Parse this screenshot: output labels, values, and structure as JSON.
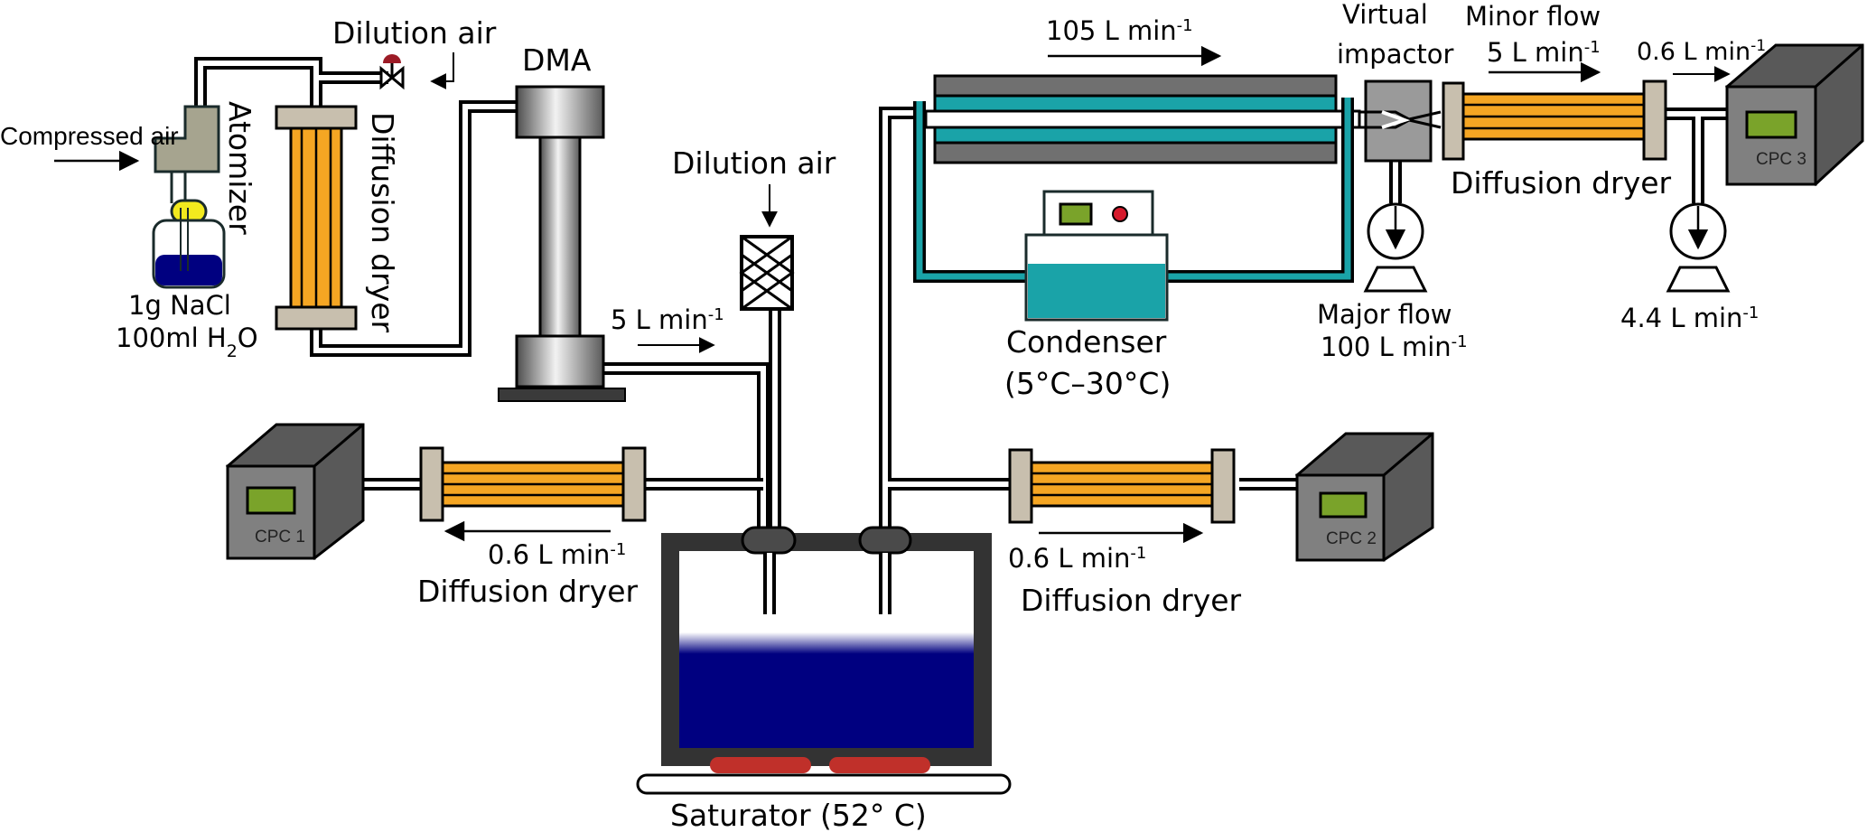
{
  "diagram": {
    "labels": {
      "compressed_air": "Compressed air",
      "atomizer": "Atomizer",
      "nacl_1": "1g NaCl",
      "nacl_2_pre": "100ml H",
      "nacl_2_sub": "2",
      "nacl_2_post": "O",
      "dilution_air_top": "Dilution air",
      "diffusion_dryer_vertical": "Diffusion dryer",
      "dma": "DMA",
      "dilution_air_mid": "Dilution air",
      "flow_5_dma": {
        "value": "5 L min",
        "exp": "-1"
      },
      "flow_105": {
        "value": "105 L min",
        "exp": "-1"
      },
      "virtual_impactor_1": "Virtual",
      "virtual_impactor_2": "impactor",
      "minor_flow": "Minor flow",
      "flow_minor_5": {
        "value": "5 L min",
        "exp": "-1"
      },
      "flow_06_top": {
        "value": "0.6 L min",
        "exp": "-1"
      },
      "diffusion_dryer_top": "Diffusion dryer",
      "major_flow": "Major flow",
      "flow_100": {
        "value": "100 L min",
        "exp": "-1"
      },
      "flow_44": {
        "value": "4.4 L min",
        "exp": "-1"
      },
      "condenser": "Condenser",
      "condenser_temp": "(5°C–30°C)",
      "flow_06_left": {
        "value": "0.6 L min",
        "exp": "-1"
      },
      "diffusion_dryer_left": "Diffusion dryer",
      "flow_06_right": {
        "value": "0.6 L min",
        "exp": "-1"
      },
      "diffusion_dryer_right": "Diffusion dryer",
      "saturator": "Saturator (52° C)",
      "cpc1": "CPC 1",
      "cpc2": "CPC 2",
      "cpc3": "CPC 3"
    },
    "colors": {
      "dryer_tube": "#f5a623",
      "flange": "#c8bfae",
      "liquid": "#000080",
      "condenser_teal": "#1aa3a8",
      "cpc_body": "#808080",
      "cpc_display": "#7aa32a",
      "heater": "#c0302a",
      "impactor": "#9a9a9a",
      "atomizer": "#a6a48f"
    },
    "icons": [
      "pump-icon",
      "valve-icon",
      "filter-icon",
      "arrow-icon"
    ]
  }
}
